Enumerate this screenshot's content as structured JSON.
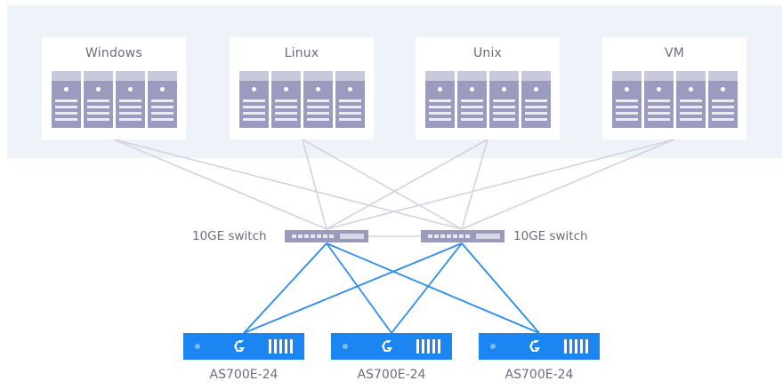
{
  "hosts": [
    {
      "label": "Windows"
    },
    {
      "label": "Linux"
    },
    {
      "label": "Unix"
    },
    {
      "label": "VM"
    }
  ],
  "switches": [
    {
      "label": "10GE switch"
    },
    {
      "label": "10GE switch"
    }
  ],
  "storage": [
    {
      "label": "AS700E-24"
    },
    {
      "label": "AS700E-24"
    },
    {
      "label": "AS700E-24"
    }
  ],
  "colors": {
    "host_band": "#eef2f9",
    "host_link": "#d2d2e2",
    "storage_link": "#2a8cf0",
    "device_gray": "#9a9abd",
    "storage_blue": "#1b86f2",
    "text": "#6b6c7c"
  }
}
